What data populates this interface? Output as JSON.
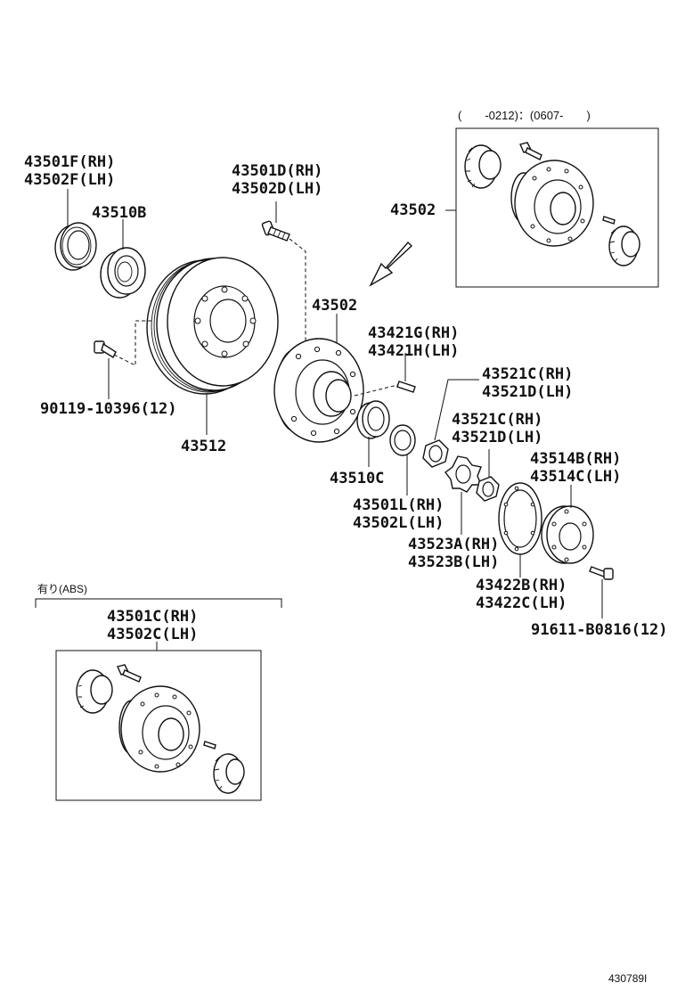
{
  "labels": {
    "oil_seal": [
      "43501F(RH)",
      "43502F(LH)"
    ],
    "inner_bearing": "43510B",
    "hub_bolt": [
      "43501D(RH)",
      "43502D(LH)"
    ],
    "hub_main": "43502",
    "hub_inset": "43502",
    "bolt_disc": "90119-10396(12)",
    "disc": "43512",
    "washer_pin": [
      "43421G(RH)",
      "43421H(LH)"
    ],
    "nut_outer": [
      "43521C(RH)",
      "43521D(LH)"
    ],
    "nut_inner": [
      "43521C(RH)",
      "43521D(LH)"
    ],
    "outer_bearing": "43510C",
    "thrust_washer": [
      "43501L(RH)",
      "43502L(LH)"
    ],
    "hub_cover": [
      "43514B(RH)",
      "43514C(LH)"
    ],
    "lock_washer": [
      "43523A(RH)",
      "43523B(LH)"
    ],
    "gasket": [
      "43422B(RH)",
      "43422C(LH)"
    ],
    "cover_bolt": "91611-B0816(12)",
    "abs_hub": [
      "43501C(RH)",
      "43502C(LH)"
    ]
  },
  "inset_top": {
    "caption": "(　　-0212)：(0607-　　)"
  },
  "inset_abs": {
    "caption": "有り(ABS)"
  },
  "figure_id": "430789I"
}
